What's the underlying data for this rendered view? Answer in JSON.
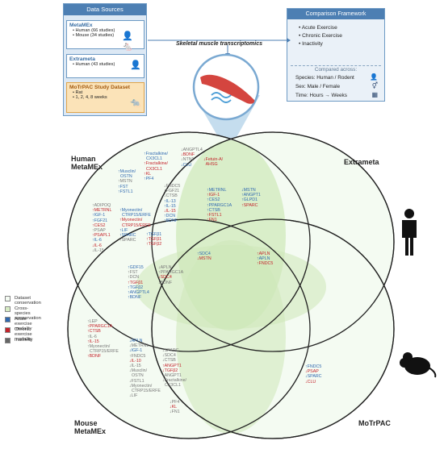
{
  "data_sources": {
    "title": "Data Sources",
    "metamex": {
      "title": "MetaMEx",
      "lines": [
        "Human (66 studies)",
        "Mouse (34 studies)"
      ]
    },
    "extrameta": {
      "title": "Extrameta",
      "lines": [
        "Human (43 studies)"
      ]
    },
    "motrpac": {
      "title": "MoTrPAC Study Dataset",
      "lines": [
        "Rat",
        "1, 2, 4, 8 weeks"
      ]
    }
  },
  "comparison_framework": {
    "title": "Comparison Framework",
    "items": [
      "Acute Exercise",
      "Chronic Exercise",
      "Inactivity"
    ],
    "compared_across": "Compared across:",
    "rows": [
      "Species: Human / Rodent",
      "Sex: Male / Female",
      "Time: Hours → Weeks"
    ]
  },
  "subtitle": "Skeletal muscle transcriptomics",
  "set_labels": {
    "human_metamex": "Human\nMetaMEx",
    "extrameta": "Extrameta",
    "mouse_metamex": "Mouse\nMetaMEx",
    "motrpac": "MoTrPAC"
  },
  "legend": [
    {
      "label": "Dataset conservation",
      "color": "#f4fbf2"
    },
    {
      "label": "Cross-species conservation",
      "color": "#d7ecc4"
    },
    {
      "label": "Acute exercise modality",
      "color": "#2f68b0"
    },
    {
      "label": "Chronic exercise modality",
      "color": "#c4232b"
    },
    {
      "label": "Inactivity",
      "color": "#666666"
    }
  ],
  "gene_groups": {
    "hm_top_center": [
      {
        "t": "↓ANGPTL4",
        "c": "grey"
      },
      {
        "t": "↓BDNF",
        "c": "red"
      },
      {
        "t": "↓NTN1",
        "c": "grey"
      },
      {
        "t": "↓CLU",
        "c": "blue"
      }
    ],
    "hm_fractalkine": [
      {
        "t": "↑Fractalkine/\n  CX3CL1",
        "c": "blue"
      },
      {
        "t": "↑Fractalkine/\n  CX3CL1",
        "c": "red"
      },
      {
        "t": "↑KL",
        "c": "red"
      },
      {
        "t": "↑PF4",
        "c": "blue"
      }
    ],
    "hm_fetuin": [
      {
        "t": "↓Fetuin-A/\n  AHSG",
        "c": "red"
      }
    ],
    "hm_musclin": [
      {
        "t": "↑Musclin/\n  OSTN",
        "c": "blue"
      },
      {
        "t": "↑MSTN",
        "c": "grey"
      },
      {
        "t": "↑FST",
        "c": "blue"
      },
      {
        "t": "↑FSTL1",
        "c": "blue"
      }
    ],
    "hm_fndc5": [
      {
        "t": "↓FNDC5",
        "c": "grey"
      },
      {
        "t": "↑FGF21",
        "c": "grey"
      },
      {
        "t": "↓CTSB",
        "c": "grey"
      },
      {
        "t": "↑IL-13",
        "c": "blue"
      },
      {
        "t": "↑IL-15",
        "c": "blue"
      },
      {
        "t": "↓IL-15",
        "c": "red"
      },
      {
        "t": "↑DCN",
        "c": "blue"
      },
      {
        "t": "↑BDNF",
        "c": "blue"
      }
    ],
    "hm_left": [
      {
        "t": "↑ADIPOQ",
        "c": "grey"
      },
      {
        "t": "↑METRNL",
        "c": "red"
      },
      {
        "t": "↑IGF-1",
        "c": "blue"
      },
      {
        "t": "↑FGF21",
        "c": "blue"
      },
      {
        "t": "↑CES2",
        "c": "red"
      },
      {
        "t": "↑PSAP",
        "c": "grey"
      },
      {
        "t": "↑PSAPL1",
        "c": "red"
      },
      {
        "t": "↑IL-6",
        "c": "blue"
      },
      {
        "t": "↓IL-6",
        "c": "red"
      },
      {
        "t": "↓IL-15",
        "c": "grey"
      }
    ],
    "hm_myonectin": [
      {
        "t": "↑Myonectin/\n  CTRP15/ERFE",
        "c": "blue"
      },
      {
        "t": "↑Myonectin/\n  CTRP15/ERFE",
        "c": "red"
      },
      {
        "t": "↑LIF",
        "c": "blue"
      },
      {
        "t": "↑SPARC",
        "c": "blue"
      },
      {
        "t": "↑SPARC",
        "c": "grey"
      }
    ],
    "hm_tgfb": [
      {
        "t": "↑TGFβ1",
        "c": "blue"
      },
      {
        "t": "↑TGFβ1",
        "c": "red"
      },
      {
        "t": "↑TGFβ2",
        "c": "red"
      }
    ],
    "hm_ex_overlap": [
      {
        "t": "↑METRNL",
        "c": "blue"
      },
      {
        "t": "↑IGF-1",
        "c": "red"
      },
      {
        "t": "↑CES2",
        "c": "blue"
      },
      {
        "t": "↑PPARGC1A",
        "c": "blue"
      },
      {
        "t": "↑CTSB",
        "c": "blue"
      },
      {
        "t": "↑FSTL1",
        "c": "red"
      },
      {
        "t": "↑FN1",
        "c": "red"
      }
    ],
    "ex_only": [
      {
        "t": "↓MSTN",
        "c": "blue"
      },
      {
        "t": "↑ANGPT1",
        "c": "blue"
      },
      {
        "t": "↑GLPD1",
        "c": "blue"
      },
      {
        "t": "↑SPARC",
        "c": "red"
      }
    ],
    "hm_mm_overlap": [
      {
        "t": "↑GDF15",
        "c": "blue"
      },
      {
        "t": "↑FST",
        "c": "grey"
      },
      {
        "t": "↑DCN",
        "c": "grey"
      },
      {
        "t": "↑TGFβ1",
        "c": "red"
      },
      {
        "t": "↑TGFβ2",
        "c": "blue"
      },
      {
        "t": "↑ANGPTL4",
        "c": "blue"
      },
      {
        "t": "↑BDNF",
        "c": "blue"
      }
    ],
    "hm_mm_mid": [
      {
        "t": "↓APLN",
        "c": "grey"
      },
      {
        "t": "↑PPARGC1A",
        "c": "grey"
      },
      {
        "t": "↓SDC4",
        "c": "red"
      },
      {
        "t": "↓BDNF",
        "c": "grey"
      }
    ],
    "hm_ex_mm": [
      {
        "t": "↑SDC4",
        "c": "blue"
      },
      {
        "t": "↓MSTN",
        "c": "red"
      }
    ],
    "ex_mo": [
      {
        "t": "↑APLN",
        "c": "red"
      },
      {
        "t": "↑APLN",
        "c": "blue"
      },
      {
        "t": "↑FNDC5",
        "c": "red"
      }
    ],
    "mm_left": [
      {
        "t": "↑LEP",
        "c": "grey"
      },
      {
        "t": "↑PPARGC1A",
        "c": "red"
      },
      {
        "t": "↑CTSB",
        "c": "red"
      },
      {
        "t": "↑IL-6",
        "c": "grey"
      },
      {
        "t": "↑IL-15",
        "c": "red"
      },
      {
        "t": "↑Myonectin/\n  CTRP15/ERFE",
        "c": "grey"
      },
      {
        "t": "↑BDNF",
        "c": "red"
      }
    ],
    "mm_mid": [
      {
        "t": "↓APLN",
        "c": "blue"
      },
      {
        "t": "↓METRNL",
        "c": "grey"
      },
      {
        "t": "↓IGF-1",
        "c": "blue"
      },
      {
        "t": "↑FNDC5",
        "c": "grey"
      },
      {
        "t": "↓IL-10",
        "c": "red"
      },
      {
        "t": "↓IL-15",
        "c": "grey"
      },
      {
        "t": "↓Musclin/\n  OSTN",
        "c": "grey"
      },
      {
        "t": "↓FSTL1",
        "c": "grey"
      },
      {
        "t": "↓Myonectin/\n  CTRP15/ERFE",
        "c": "grey"
      },
      {
        "t": "↓LIF",
        "c": "grey"
      }
    ],
    "mm_right": [
      {
        "t": "↓SPARC",
        "c": "grey"
      },
      {
        "t": "↓SDC4",
        "c": "grey"
      },
      {
        "t": "↓CTSB",
        "c": "grey"
      },
      {
        "t": "↑ANGPT1",
        "c": "red"
      },
      {
        "t": "↓TGFβ2",
        "c": "red"
      },
      {
        "t": "↓ANGPT1",
        "c": "grey"
      },
      {
        "t": "↓Fractalkine/\n  CX3CL1",
        "c": "grey"
      }
    ],
    "mm_bottom": [
      {
        "t": "↓PF4",
        "c": "grey"
      },
      {
        "t": "↓KL",
        "c": "red"
      },
      {
        "t": "↓FN1",
        "c": "grey"
      }
    ],
    "mo_only": [
      {
        "t": "↑FNDC5",
        "c": "blue"
      },
      {
        "t": "↓PSAP",
        "c": "red"
      },
      {
        "t": "↓SPARC",
        "c": "blue"
      },
      {
        "t": "↓CLU",
        "c": "red"
      }
    ]
  }
}
